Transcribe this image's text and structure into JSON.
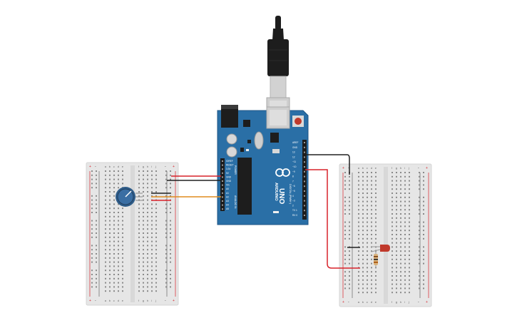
{
  "arduino": {
    "brand": "ARDUINO",
    "model": "UNO",
    "header_labels_left": [
      "IOREF",
      "RESET",
      "3.3V",
      "5V",
      "GND",
      "GND",
      "Vin",
      "A0",
      "A1",
      "A2",
      "A3",
      "A4",
      "A5"
    ],
    "power_label": "POWER",
    "analog_label": "ANALOG IN",
    "digital_label": "DIGITAL (PWM~)",
    "header_labels_right": [
      "AREF",
      "GND",
      "13",
      "12",
      "~11",
      "~10",
      "~9",
      "8",
      "7",
      "~6",
      "~5",
      "4",
      "~3",
      "2",
      "TX 1",
      "RX 0"
    ]
  },
  "breadboards": {
    "column_letters_left": [
      "a",
      "b",
      "c",
      "d",
      "e"
    ],
    "column_letters_right": [
      "f",
      "g",
      "h",
      "i",
      "j"
    ],
    "rail_plus": "+",
    "rail_minus": "-"
  },
  "colors": {
    "board_blue": "#2a6fa6",
    "wire_red": "#d8222a",
    "wire_black": "#202020",
    "wire_orange": "#e08b1e",
    "breadboard": "#e9e9e9",
    "usb_black": "#1d1d1d",
    "usb_metal": "#cfcfcf",
    "potentiometer": "#2f5d8a",
    "led": "#c0392b"
  },
  "components": {
    "usb_cable": "usb-cable-icon",
    "potentiometer": "potentiometer-icon",
    "led": "led-icon",
    "resistor": "resistor-icon"
  }
}
